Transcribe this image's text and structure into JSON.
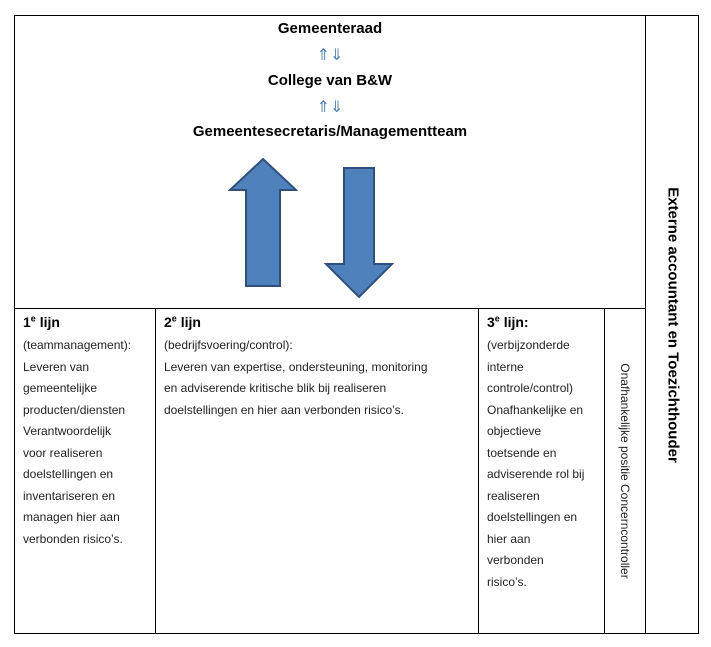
{
  "top": {
    "gemeenteraad": "Gemeenteraad",
    "swap_arrows_1": "⇑⇓",
    "college": "College van B&W",
    "swap_arrows_2": "⇑⇓",
    "secretaris": "Gemeentesecretaris/Managementteam"
  },
  "columns": [
    {
      "heading_num": "1",
      "heading_sup": "e",
      "heading_rest": " lijn",
      "lines": [
        "(teammanagement):",
        "Leveren van",
        "gemeentelijke",
        "producten/diensten",
        "Verantwoordelijk",
        "voor realiseren",
        "doelstellingen en",
        "inventariseren en",
        "managen hier aan",
        "verbonden risico’s."
      ]
    },
    {
      "heading_num": "2",
      "heading_sup": "e",
      "heading_rest": " lijn",
      "lines": [
        "(bedrijfsvoering/control):",
        "Leveren van expertise, ondersteuning, monitoring",
        "en adviserende kritische blik bij realiseren",
        "doelstellingen en hier aan verbonden risico’s."
      ]
    },
    {
      "heading_num": "3",
      "heading_sup": "e",
      "heading_rest": " lijn:",
      "lines": [
        "(verbijzonderde",
        "interne",
        "controle/control)",
        "Onafhankelijke en",
        "objectieve",
        "toetsende  en",
        "adviserende rol bij",
        "realiseren",
        "doelstellingen en",
        "hier aan",
        "verbonden",
        "risico’s."
      ]
    }
  ],
  "concerncontroller": "Onafhankelijke positie Concerncontroller",
  "extern": "Externe accountant en Toezichthouder",
  "colors": {
    "arrow_fill": "#4f81bd",
    "arrow_stroke": "#2f4f7f"
  }
}
